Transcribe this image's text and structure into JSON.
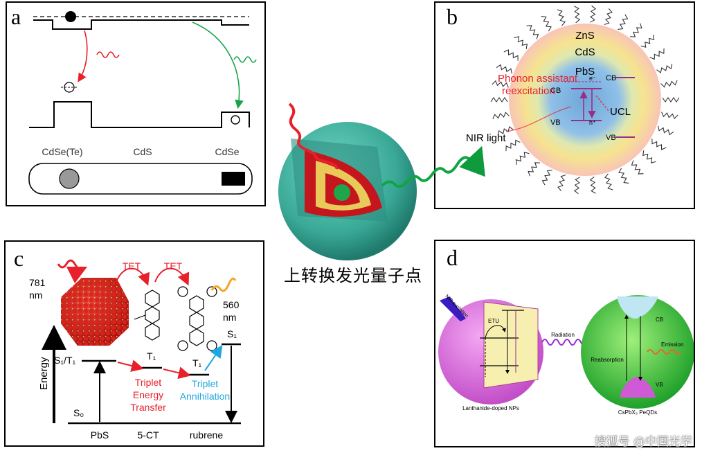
{
  "panel_a": {
    "label": "a",
    "materials": [
      "CdSe(Te)",
      "CdS",
      "CdSe"
    ]
  },
  "panel_b": {
    "label": "b",
    "shells": [
      "ZnS",
      "CdS",
      "PbS"
    ],
    "cb": "CB",
    "vb": "VB",
    "phonon_line1": "Phonon assistant",
    "phonon_line2": "reexcitation",
    "ucl": "UCL",
    "nir": "NIR light",
    "h_plus": "h⁺",
    "e_minus": "e⁻"
  },
  "panel_c": {
    "label": "c",
    "tet1": "TET",
    "tet2": "TET",
    "in_wavelength": "781",
    "in_unit": "nm",
    "out_wavelength": "560",
    "out_unit": "nm",
    "energy": "Energy",
    "s1t1": "S₁/T₁",
    "t1_a": "T₁",
    "t1_b": "T₁",
    "s1": "S₁",
    "s0": "S₀",
    "triplet_transfer": [
      "Triplet",
      "Energy",
      "Transfer"
    ],
    "triplet_annihilation": [
      "Triplet",
      "Annihilation"
    ],
    "molecules": [
      "PbS",
      "5-CT",
      "rubrene"
    ]
  },
  "panel_d": {
    "label": "d",
    "nir_excitation": "NIR excitation",
    "etu": "ETU",
    "radiation": "Radiation",
    "cb": "CB",
    "vb": "VB",
    "emission": "Emission",
    "reabsorption": "Reabsorption",
    "left_caption": "Lanthanide-doped NPs",
    "right_caption": "CsPbX₃ PeQDs"
  },
  "center": {
    "caption": "上转换发光量子点"
  },
  "watermark": "搜狐号 @中国光学",
  "colors": {
    "red": "#e8202a",
    "green": "#1aa34a",
    "teal": "#4bb8a5",
    "cyan": "#1ea7e0",
    "purple": "#9b2d8a"
  }
}
